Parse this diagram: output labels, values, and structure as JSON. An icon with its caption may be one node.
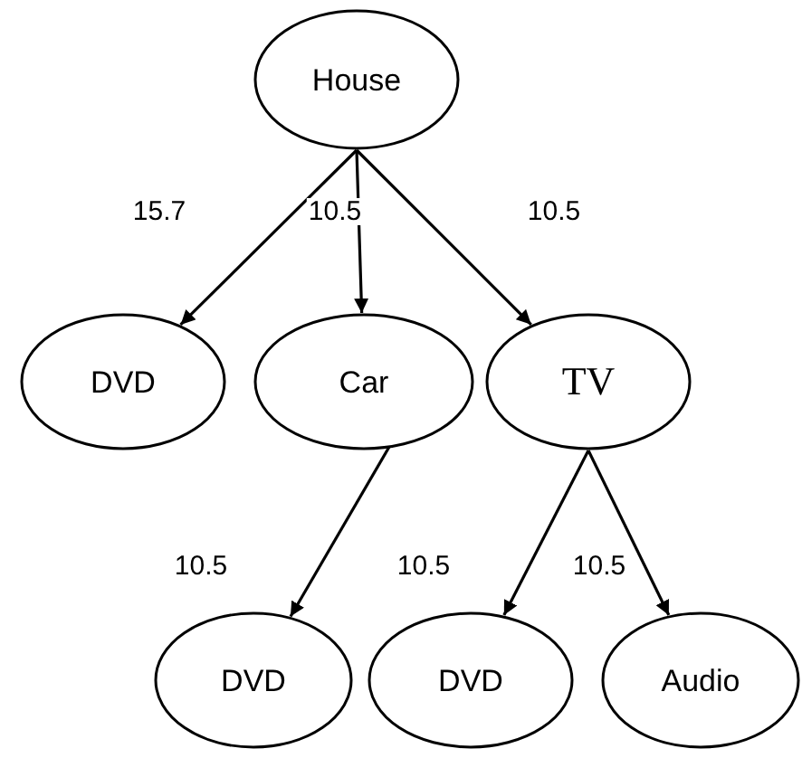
{
  "diagram": {
    "nodes": [
      {
        "text": [
          "House"
        ]
      },
      {
        "text": [
          "DVD"
        ]
      },
      {
        "text": [
          "Car"
        ]
      },
      {
        "text": [
          "TV"
        ]
      },
      {
        "text": [
          "DVD"
        ]
      },
      {
        "text": [
          "DVD"
        ]
      },
      {
        "text": [
          "Audio"
        ]
      }
    ],
    "edges": [
      {
        "from": 0,
        "to": 1,
        "arrow": "to",
        "label": "15.7"
      },
      {
        "from": 0,
        "to": 2,
        "arrow": "to",
        "label": "10.5"
      },
      {
        "from": 0,
        "to": 3,
        "arrow": "to",
        "label": "10.5"
      },
      {
        "from": 2,
        "to": 4,
        "arrow": "to",
        "label": "10.5"
      },
      {
        "from": 3,
        "to": 5,
        "arrow": "to",
        "label": "10.5"
      },
      {
        "from": 3,
        "to": 6,
        "arrow": "to",
        "label": "10.5"
      }
    ]
  }
}
